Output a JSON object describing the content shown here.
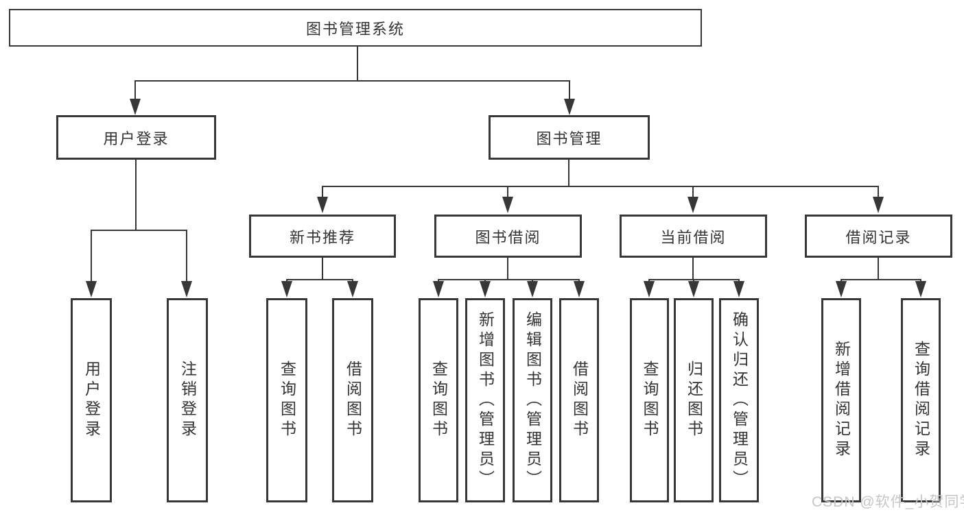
{
  "nodes": {
    "root": "图书管理系统",
    "user_login": "用户登录",
    "book_mgmt": "图书管理",
    "new_books": "新书推荐",
    "borrowing": "图书借阅",
    "current": "当前借阅",
    "records": "借阅记录"
  },
  "leaves": {
    "user_login": [
      "用户登录",
      "注销登录"
    ],
    "new_books": [
      "查询图书",
      "借阅图书"
    ],
    "borrowing": [
      "查询图书",
      "新增图书（管理员）",
      "编辑图书（管理员）",
      "借阅图书"
    ],
    "current": [
      "查询图书",
      "归还图书",
      "确认归还（管理员）"
    ],
    "records": [
      "新增借阅记录",
      "查询借阅记录"
    ]
  },
  "watermark": "CSDN @软件_小贺同学",
  "colors": {
    "line": "#373737",
    "text": "#333333",
    "watermark": "#c6c6c6",
    "background": "#ffffff"
  }
}
